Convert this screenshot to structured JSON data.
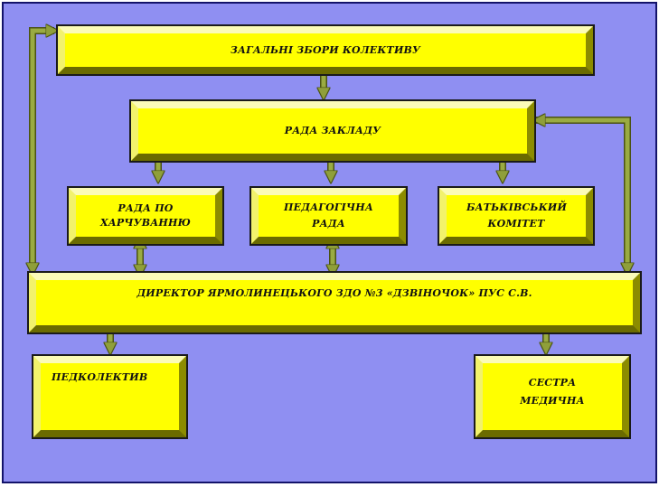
{
  "colors": {
    "background": "#8f8ff2",
    "box_fill": "#ffff00",
    "connector": "#8f9f3a"
  },
  "boxes": {
    "general_meeting": "ЗАГАЛЬНІ ЗБОРИ КОЛЕКТИВУ",
    "council": "РАДА ЗАКЛАДУ",
    "nutrition_council": "РАДА ПО ХАРЧУВАННЮ",
    "pedagogical_council": "ПЕДАГОГІЧНА РАДА",
    "parents_committee": "БАТЬКІВСЬКИЙ КОМІТЕТ",
    "director": "ДИРЕКТОР ЯРМОЛИНЕЦЬКОГО ЗДО №3 «ДЗВІНОЧОК» ПУС С.В.",
    "staff": "ПЕДКОЛЕКТИВ",
    "nurse": "СЕСТРА МЕДИЧНА"
  }
}
